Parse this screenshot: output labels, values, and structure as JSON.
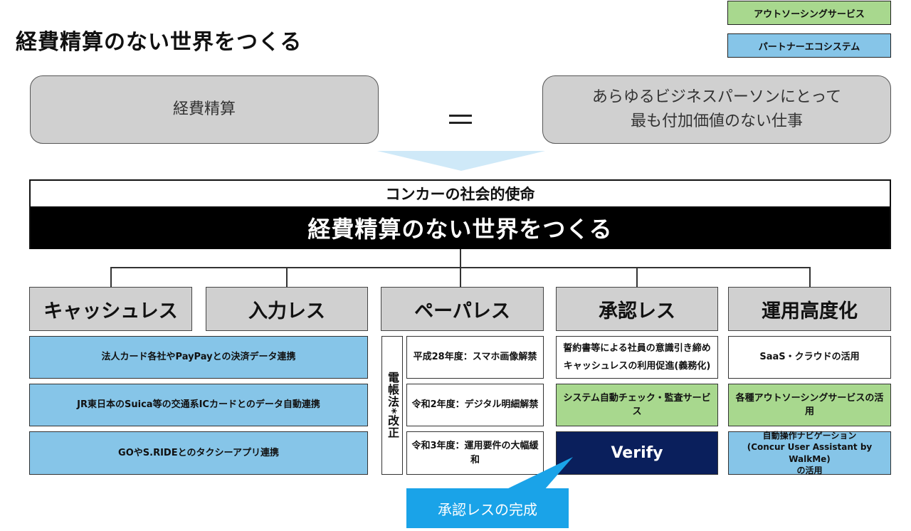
{
  "title": "経費精算のない世界をつくる",
  "legend": {
    "outsourcing": "アウトソーシングサービス",
    "partner": "パートナーエコシステム"
  },
  "equation": {
    "left": "経費精算",
    "symbol": "＝",
    "right_line1": "あらゆるビジネスパーソンにとって",
    "right_line2": "最も付加価値のない仕事"
  },
  "mission": {
    "label": "コンカーの社会的使命",
    "statement": "経費精算のない世界をつくる"
  },
  "pillars": [
    "キャッシュレス",
    "入力レス",
    "ペーパレス",
    "承認レス",
    "運用高度化"
  ],
  "cashless_items": [
    "法人カード各社やPayPayとの決済データ連携",
    "JR東日本のSuica等の交通系ICカードとのデータ自動連携",
    "GOやS.RIDEとのタクシーアプリ連携"
  ],
  "paperless": {
    "vertical_label": "電帳法*改正",
    "items": [
      "平成28年度：スマホ画像解禁",
      "令和2年度：デジタル明細解禁",
      "令和3年度：運用要件の大幅緩和"
    ]
  },
  "approval_items": {
    "line1": "誓約書等による社員の意識引き締め",
    "line2": "キャッシュレスの利用促進(義務化)",
    "check": "システム自動チェック・監査サービス",
    "verify": "Verify"
  },
  "operation_items": {
    "saas": "SaaS・クラウドの活用",
    "outsourcing": "各種アウトソーシングサービスの活用",
    "nav_line1": "自動操作ナビゲーション",
    "nav_line2": "(Concur User Assistant by WalkMe)",
    "nav_line3": "の活用"
  },
  "callout": "承認レスの完成",
  "colors": {
    "blue": "#86c5e8",
    "green": "#a8d88e",
    "navy": "#0a1f5c",
    "callout": "#1aa3e8",
    "gray": "#d0d0d0"
  }
}
